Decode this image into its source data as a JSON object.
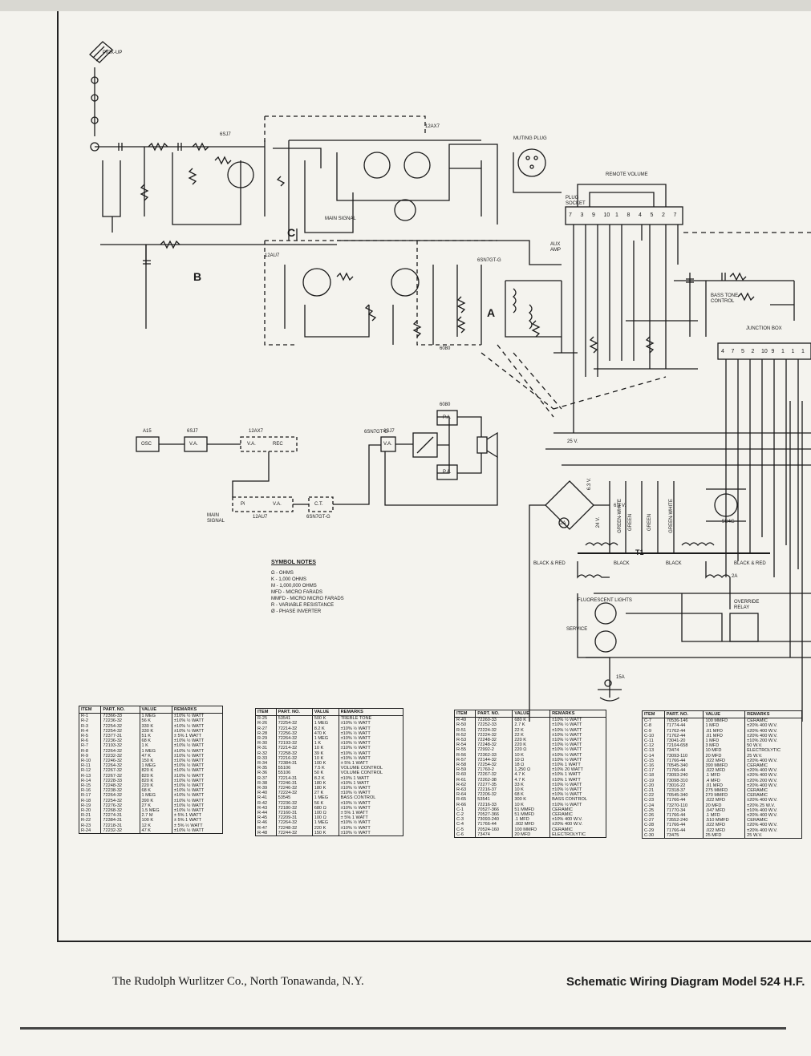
{
  "footer": {
    "company": "The Rudolph Wurlitzer Co., North Tonawanda, N.Y.",
    "title": "Schematic Wiring Diagram Model 524 H.F."
  },
  "schematic_labels": {
    "pickup": "PICK-UP",
    "main_signal": "MAIN SIGNAL",
    "muting_plug": "MUTING PLUG",
    "remote_volume": "REMOTE VOLUME",
    "plug_socket": "PLUG SOCKET",
    "aux_amp": "AUX AMP",
    "bass_tone_control": "BASS TONE CONTROL",
    "junction_box": "JUNCTION BOX",
    "fluorescent_lights": "FLUORESCENT LIGHTS",
    "service": "SERVICE",
    "override_relay": "OVERRIDE RELAY",
    "black_red_1": "BLACK & RED",
    "black_1": "BLACK",
    "black_2": "BLACK",
    "black_red_2": "BLACK & RED",
    "green_white_1": "GREEN-WHITE",
    "green_1": "GREEN",
    "green_2": "GREEN",
    "green_white_2": "GREEN-WHITE",
    "v25": "25 V.",
    "v63a": "6.3 V.",
    "v63b": "6.3 V.",
    "v24": "24 V.",
    "tube_5u4g": "5U4G",
    "fuse_2a_a": "2A",
    "fuse_2a_b": "2A",
    "fuse_15a": "15A",
    "t1": "T1",
    "marker_a": "A",
    "marker_b": "B",
    "marker_c": "C",
    "tube_6sj7": "6SJ7",
    "tube_12ax7": "12AX7",
    "tube_12au7": "12AU7",
    "tube_6sn7gt": "6SN7GT-G",
    "tube_6080": "6080",
    "plug_pins": [
      "7",
      "3",
      "9",
      "10",
      "1",
      "8",
      "4",
      "5",
      "2",
      "7"
    ],
    "jbox_pins": [
      "4",
      "7",
      "5",
      "2",
      "10",
      "9",
      "1",
      "1",
      "1"
    ]
  },
  "block_diagram": {
    "osc_tube": "A15",
    "osc": "OSC",
    "va_tube": "6SJ7",
    "va": "V.A.",
    "dual_tube": "12AX7",
    "va2": "V.A.",
    "rec": "REC",
    "main_signal": "MAIN SIGNAL",
    "pi": "Pi",
    "va3": "V.A.",
    "pi_tube": "12AU7",
    "ct": "C.T.",
    "ct_tube": "6SN7GT-G",
    "va4_tube": "6SJ7",
    "va4": "V.A.",
    "osc_tube2": "6SN7GT-G",
    "pa1_tube": "6080",
    "pa1": "P.A.",
    "pa2": "P.A."
  },
  "symbol_notes": {
    "heading": "SYMBOL NOTES",
    "lines": [
      "Ω - OHMS",
      "K - 1,000 OHMS",
      "M - 1,000,000 OHMS",
      "MFD - MICRO FARADS",
      "MMFD - MICRO MICRO FARADS",
      "R - VARIABLE RESISTANCE",
      "Ø - PHASE INVERTER"
    ]
  },
  "parts_tables": [
    {
      "headers": [
        "ITEM",
        "PART. NO.",
        "VALUE",
        "REMARKS"
      ],
      "rows": [
        [
          "R-1",
          "72366-33",
          "1 MEG",
          "±10% ½ WATT"
        ],
        [
          "R-2",
          "72236-32",
          "56 K",
          "±10% ½ WATT"
        ],
        [
          "R-3",
          "72254-32",
          "330 K",
          "±10% ½ WATT"
        ],
        [
          "R-4",
          "72254-32",
          "330 K",
          "±10% ½ WATT"
        ],
        [
          "R-5",
          "72377-31",
          "51 K",
          "± 5% 1 WATT"
        ],
        [
          "R-6",
          "72236-32",
          "68 K",
          "±10% ½ WATT"
        ],
        [
          "R-7",
          "72193-32",
          "1 K",
          "±10% ½ WATT"
        ],
        [
          "R-8",
          "72264-32",
          "1 MEG",
          "±10% ½ WATT"
        ],
        [
          "R-9",
          "72232-32",
          "47 K",
          "±10% ½ WATT"
        ],
        [
          "R-10",
          "72246-32",
          "150 K",
          "±10% ½ WATT"
        ],
        [
          "R-11",
          "72264-32",
          "1 MEG",
          "±10% ½ WATT"
        ],
        [
          "R-12",
          "72267-32",
          "820 K",
          "±10% ½ WATT"
        ],
        [
          "R-13",
          "72267-32",
          "820 K",
          "±10% ½ WATT"
        ],
        [
          "R-14",
          "72228-33",
          "820 K",
          "±10% ½ WATT"
        ],
        [
          "R-15",
          "72248-32",
          "220 K",
          "±10% ½ WATT"
        ],
        [
          "R-16",
          "72238-32",
          "68 K",
          "±10% ½ WATT"
        ],
        [
          "R-17",
          "72264-32",
          "1 MEG",
          "±10% ½ WATT"
        ],
        [
          "R-18",
          "72254-32",
          "390 K",
          "±10% ½ WATT"
        ],
        [
          "R-19",
          "72276-32",
          "27 K",
          "±10% ½ WATT"
        ],
        [
          "R-20",
          "72268-32",
          "1.5 MEG",
          "±10% ½ WATT"
        ],
        [
          "R-21",
          "72274-31",
          "2.7 M",
          "± 5% 1 WATT"
        ],
        [
          "R-22",
          "72384-31",
          "100 K",
          "± 5% 1 WATT"
        ],
        [
          "R-23",
          "72218-31",
          "12 K",
          "± 5% ½ WATT"
        ],
        [
          "R-24",
          "72232-32",
          "47 K",
          "±10% ½ WATT"
        ]
      ]
    },
    {
      "headers": [
        "ITEM",
        "PART. NO.",
        "VALUE",
        "REMARKS"
      ],
      "rows": [
        [
          "R-25",
          "53541",
          "500 K",
          "TREBLE TONE"
        ],
        [
          "R-26",
          "72254-32",
          "1 MEG",
          "±10% ½ WATT"
        ],
        [
          "R-27",
          "72214-32",
          "8.2 K",
          "±10% ½ WATT"
        ],
        [
          "R-28",
          "72256-32",
          "470 K",
          "±10% ½ WATT"
        ],
        [
          "R-29",
          "72264-32",
          "1 MEG",
          "±10% ½ WATT"
        ],
        [
          "R-30",
          "72193-32",
          "1 K",
          "±10% ½ WATT"
        ],
        [
          "R-31",
          "72214-32",
          "10 K",
          "±10% ½ WATT"
        ],
        [
          "R-32",
          "72258-32",
          "39 K",
          "±10% ½ WATT"
        ],
        [
          "R-33",
          "72216-32",
          "10 K",
          "±10% ½ WATT"
        ],
        [
          "R-34",
          "72384-31",
          "100 K",
          "± 5% 1 WATT"
        ],
        [
          "R-35",
          "55106",
          "7.5 K",
          "VOLUME CONTROL"
        ],
        [
          "R-36",
          "55106",
          "50 K",
          "VOLUME CONTROL"
        ],
        [
          "R-37",
          "72214-31",
          "8.2 K",
          "±10% 1 WATT"
        ],
        [
          "R-38",
          "72246-31",
          "180 K",
          "±10% 1 WATT"
        ],
        [
          "R-39",
          "72246-32",
          "180 K",
          "±10% ½ WATT"
        ],
        [
          "R-40",
          "72224-32",
          "27 K",
          "±10% ½ WATT"
        ],
        [
          "R-41",
          "53545",
          "1 MEG",
          "BASS CONTROL"
        ],
        [
          "R-42",
          "72236-32",
          "56 K",
          "±10% ½ WATT"
        ],
        [
          "R-43",
          "72180-32",
          "680 Ω",
          "±10% ½ WATT"
        ],
        [
          "R-44",
          "72160-31",
          "100 Ω",
          "± 5% 1 WATT"
        ],
        [
          "R-45",
          "72209-31",
          "100 Ω",
          "± 5% 1 WATT"
        ],
        [
          "R-46",
          "72264-32",
          "1 MEG",
          "±10% ½ WATT"
        ],
        [
          "R-47",
          "72248-32",
          "220 K",
          "±10% ½ WATT"
        ],
        [
          "R-48",
          "72244-32",
          "150 K",
          "±10% ½ WATT"
        ]
      ]
    },
    {
      "headers": [
        "ITEM",
        "PART. NO.",
        "VALUE",
        "REMARKS"
      ],
      "rows": [
        [
          "R-49",
          "72260-33",
          "680 K",
          "±10% ½ WATT"
        ],
        [
          "R-50",
          "72252-33",
          "2.7 K",
          "±10% ½ WATT"
        ],
        [
          "R-51",
          "72224-32",
          "22 K",
          "±10% ½ WATT"
        ],
        [
          "R-52",
          "72224-32",
          "22 K",
          "±10% ½ WATT"
        ],
        [
          "R-53",
          "72248-32",
          "220 K",
          "±10% ½ WATT"
        ],
        [
          "R-54",
          "72248-32",
          "220 K",
          "±10% ½ WATT"
        ],
        [
          "R-55",
          "72992-2",
          "220 Ω",
          "±10% ½ WATT"
        ],
        [
          "R-56",
          "72362-33",
          "10 K",
          "±10% ½ WATT"
        ],
        [
          "R-57",
          "72144-32",
          "10 Ω",
          "±10% ½ WATT"
        ],
        [
          "R-58",
          "72254-32",
          "18 Ω",
          "±10% 1 WATT"
        ],
        [
          "R-59",
          "71760-2",
          "1,250 Ω",
          "±10% 20 WATT"
        ],
        [
          "R-60",
          "72267-32",
          "4.7 K",
          "±10% 1 WATT"
        ],
        [
          "R-61",
          "72262-38",
          "4.7 K",
          "±10% 1 WATT"
        ],
        [
          "R-62",
          "72277-35",
          "33 K",
          "±10% ½ WATT"
        ],
        [
          "R-63",
          "72216-37",
          "10 K",
          "±10% ½ WATT"
        ],
        [
          "R-64",
          "72206-32",
          "68 K",
          "±10% ½ WATT"
        ],
        [
          "R-65",
          "53541",
          "300 K",
          "BASS CONTROL"
        ],
        [
          "R-66",
          "72216-33",
          "10 K",
          "±10% ½ WATT"
        ],
        [
          "C-1",
          "70527-366",
          "51 MMFD",
          "CERAMIC"
        ],
        [
          "C-2",
          "70527-366",
          "51 MMFD",
          "CERAMIC"
        ],
        [
          "C-3",
          "73093-240",
          ".1 MFD",
          "±10% 400 W.V."
        ],
        [
          "C-4",
          "71766-44",
          ".002 MFD",
          "±20% 400 W.V."
        ],
        [
          "C-5",
          "70524-160",
          "100 MMFD",
          "CERAMIC"
        ],
        [
          "C-6",
          "73474",
          "20 MFD",
          "ELECTROLYTIC"
        ]
      ]
    },
    {
      "headers": [
        "ITEM",
        "PART. NO.",
        "VALUE",
        "REMARKS"
      ],
      "rows": [
        [
          "C-7",
          "70536-146",
          "100 MMFD",
          "CERAMIC"
        ],
        [
          "C-8",
          "71774-44",
          "1 MFD",
          "±20% 400 W.V."
        ],
        [
          "C-9",
          "71762-44",
          ".01 MFD",
          "±20% 400 W.V."
        ],
        [
          "C-10",
          "71762-44",
          ".01 MFD",
          "±20% 400 W.V."
        ],
        [
          "C-11",
          "73041-20",
          "1 MFD",
          "±10% 200 W.V."
        ],
        [
          "C-12",
          "72104-658",
          "3 MFD",
          "50 W.V."
        ],
        [
          "C-13",
          "73474",
          "10 MFD",
          "ELECTROLYTIC"
        ],
        [
          "C-14",
          "73093-110",
          "20 MFD",
          "25 W.V."
        ],
        [
          "C-15",
          "71766-44",
          ".022 MFD",
          "±20% 400 W.V."
        ],
        [
          "C-16",
          "70545-340",
          "390 MMFD",
          "CERAMIC"
        ],
        [
          "C-17",
          "71766-44",
          ".022 MFD",
          "±20% 400 W.V."
        ],
        [
          "C-18",
          "73093-240",
          ".1 MFD",
          "±20% 400 W.V."
        ],
        [
          "C-19",
          "73098-310",
          ".4 MFD",
          "±20% 200 W.V."
        ],
        [
          "C-20",
          "73016-22",
          ".01 MFD",
          "±20% 400 W.V."
        ],
        [
          "C-21",
          "72318-37",
          "275 MMFD",
          "CERAMIC"
        ],
        [
          "C-22",
          "70545-340",
          "270 MMFD",
          "CERAMIC"
        ],
        [
          "C-23",
          "71766-44",
          ".022 MFD",
          "±20% 400 W.V."
        ],
        [
          "C-24",
          "73270-110",
          "20 MFD",
          "±20% 25 W.V."
        ],
        [
          "C-25",
          "71770-34",
          ".047 MFD",
          "±10% 400 W.V."
        ],
        [
          "C-26",
          "71766-44",
          ".1 MFD",
          "±20% 400 W.V."
        ],
        [
          "C-27",
          "73552-240",
          ".510 MMFD",
          "CERAMIC"
        ],
        [
          "C-28",
          "71766-44",
          ".022 MFD",
          "±20% 400 W.V."
        ],
        [
          "C-29",
          "71766-44",
          ".022 MFD",
          "±20% 400 W.V."
        ],
        [
          "C-30",
          "73475",
          "25 MFD",
          "25 W.V."
        ]
      ]
    }
  ]
}
